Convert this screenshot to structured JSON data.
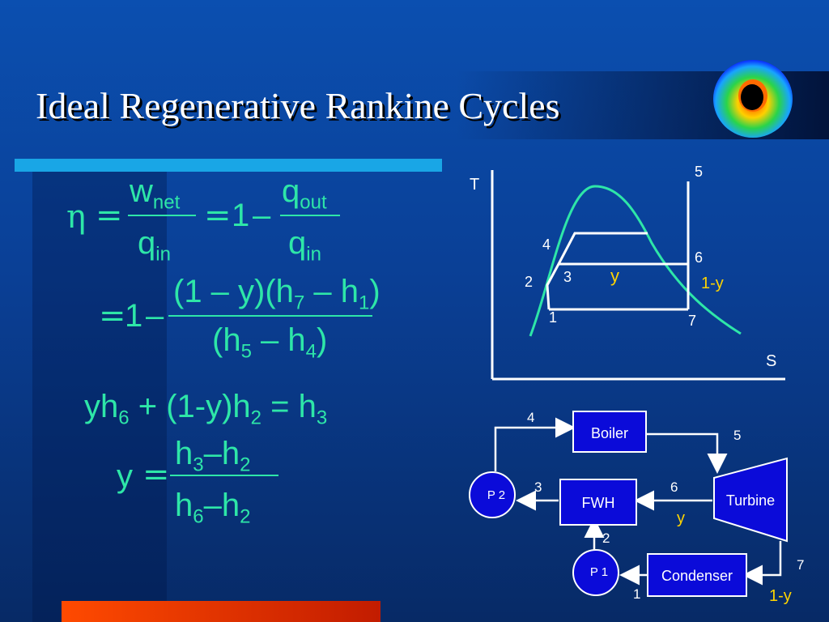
{
  "slide": {
    "title": "Ideal Regenerative Rankine Cycles"
  },
  "equations": {
    "eta": "η",
    "equals": "=",
    "one": "1",
    "minus": "–",
    "w": "w",
    "net": "net",
    "q": "q",
    "in": "in",
    "out": "out",
    "num2": "(1 – y)(h",
    "num2_sub7": "7",
    "num2_mid": " – h",
    "num2_sub1": "1",
    "num2_end": ")",
    "den2": "(h",
    "den2_sub5": "5",
    "den2_mid": " – h",
    "den2_sub4": "4",
    "den2_end": ")",
    "balance_a": "yh",
    "balance_sub6": "6",
    "balance_b": " + (1-y)h",
    "balance_sub2": "2",
    "balance_c": " = h",
    "balance_sub3": "3",
    "y": "y",
    "h": "h",
    "s3": "3",
    "s2": "2",
    "s6": "6"
  },
  "ts_diagram": {
    "axis_t": "T",
    "axis_s": "S",
    "points": [
      "1",
      "2",
      "3",
      "4",
      "5",
      "6",
      "7"
    ],
    "label_y": "y",
    "label_1y": "1-y"
  },
  "schematic": {
    "boiler": "Boiler",
    "turbine": "Turbine",
    "fwh": "FWH",
    "condenser": "Condenser",
    "p1": "P 1",
    "p2": "P 2",
    "n4": "4",
    "n5": "5",
    "n3": "3",
    "n6": "6",
    "n2": "2",
    "n7": "7",
    "n1": "1",
    "y": "y",
    "one_minus_y": "1-y"
  },
  "colors": {
    "background": "#0b4fb0",
    "accent_green": "#2ee6a8",
    "accent_yellow": "#ffd400",
    "component_fill": "#0b0bd9",
    "bar_cyan": "#19a6e6",
    "bar_red": "#ff4a00"
  }
}
